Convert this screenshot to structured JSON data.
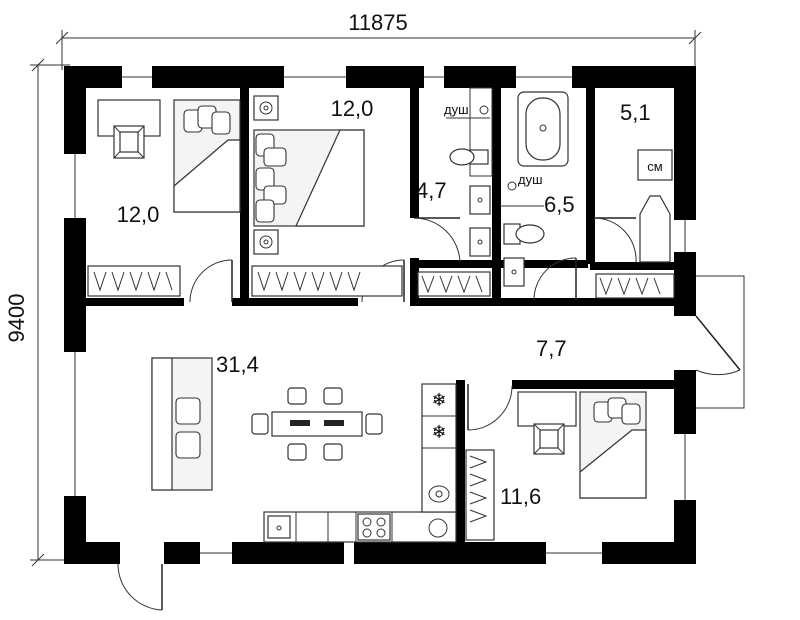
{
  "dimensions": {
    "width_label": "11875",
    "height_label": "9400"
  },
  "rooms": {
    "bedroom_left": "12,0",
    "bedroom_mid": "12,0",
    "bathroom_1": "4,7",
    "bathroom_2": "6,5",
    "laundry": "5,1",
    "living": "31,4",
    "hall": "7,7",
    "bedroom_right": "11,6"
  },
  "labels": {
    "shower_1": "душ",
    "shower_2": "душ",
    "washer": "см"
  },
  "colors": {
    "wall": "#000000",
    "line": "#222222",
    "background": "#ffffff"
  }
}
